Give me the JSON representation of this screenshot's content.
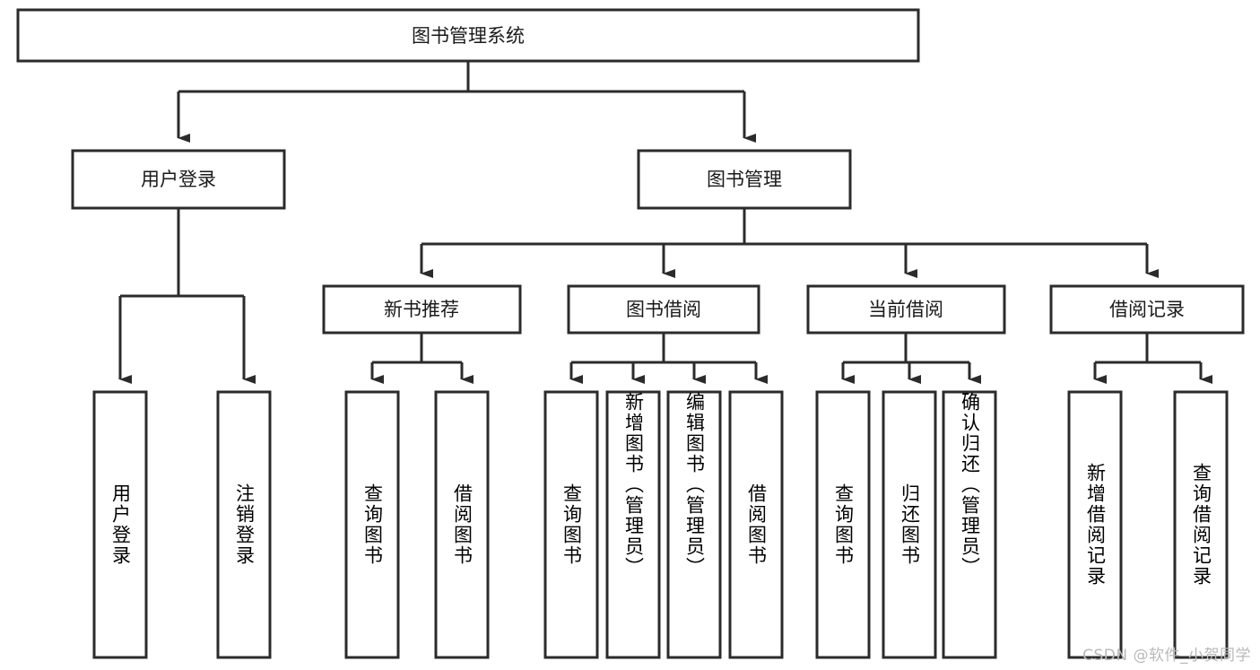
{
  "diagram": {
    "type": "tree-hierarchy",
    "title": "图书管理系统",
    "root": {
      "label": "图书管理系统"
    },
    "level2": [
      {
        "label": "用户登录"
      },
      {
        "label": "图书管理"
      }
    ],
    "level3": [
      {
        "label": "新书推荐"
      },
      {
        "label": "图书借阅"
      },
      {
        "label": "当前借阅"
      },
      {
        "label": "借阅记录"
      }
    ],
    "leaves": {
      "user_login": [
        {
          "label": "用户登录"
        },
        {
          "label": "注销登录"
        }
      ],
      "new_book_recommend": [
        {
          "label": "查询图书"
        },
        {
          "label": "借阅图书"
        }
      ],
      "book_borrow": [
        {
          "label": "查询图书"
        },
        {
          "label": "新增图书（管理员）"
        },
        {
          "label": "编辑图书（管理员）"
        },
        {
          "label": "借阅图书"
        }
      ],
      "current_borrow": [
        {
          "label": "查询图书"
        },
        {
          "label": "归还图书"
        },
        {
          "label": "确认归还（管理员）"
        }
      ],
      "borrow_record": [
        {
          "label": "新增借阅记录"
        },
        {
          "label": "查询借阅记录"
        }
      ]
    }
  },
  "watermark": {
    "text": "CSDN @软件_小贺同学"
  },
  "colors": {
    "background": "#ffffff",
    "box_border": "#2b2b2b",
    "box_fill": "#ffffff",
    "text": "#1a1a1a",
    "watermark": "#b9b9b9"
  }
}
